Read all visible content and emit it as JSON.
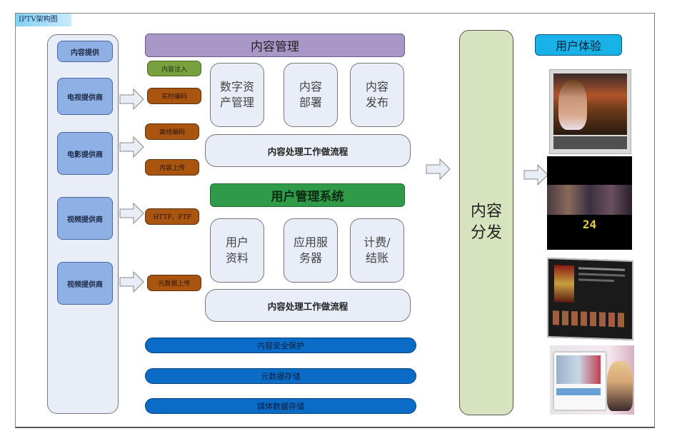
{
  "diagram_title": "IPTV架构图",
  "providers": [
    {
      "label": "内容提供"
    },
    {
      "label": "电视提供商"
    },
    {
      "label": "电影提供商"
    },
    {
      "label": "视频提供商"
    },
    {
      "label": "视频提供商"
    }
  ],
  "ingest_tags": [
    {
      "label": "内容注入",
      "color": "#78a03e"
    },
    {
      "label": "实时编码",
      "color": "#a9550f"
    },
    {
      "label": "离线编码",
      "color": "#a9550f"
    },
    {
      "label": "内容上传",
      "color": "#a9550f"
    },
    {
      "label": "HTTP、FTP",
      "color": "#a9550f"
    },
    {
      "label": "元数据上传",
      "color": "#a9550f"
    }
  ],
  "content_management": {
    "title": "内容管理",
    "title_color": "#a997c8",
    "modules": [
      "数字资\n产管理",
      "内容\n部署",
      "内容\n发布"
    ],
    "workflow": "内容处理工作做流程"
  },
  "user_management": {
    "title": "用户管理系统",
    "title_color": "#2f9a48",
    "modules": [
      "用户\n资料",
      "应用服\n务器",
      "计费/\n结账"
    ],
    "workflow": "内容处理工作做流程"
  },
  "infrastructure": [
    "内容安全保护",
    "元数据存储",
    "媒体数据存储"
  ],
  "distribution": {
    "label": "内容\n分发",
    "color": "#d7e3bf"
  },
  "user_experience": {
    "title": "用户体验",
    "title_color": "#19b2e8",
    "screens": [
      "tv-portrait-image",
      "tv-series-24-image",
      "media-center-ui-image",
      "touchscreen-users-image"
    ],
    "series_number": "24"
  }
}
